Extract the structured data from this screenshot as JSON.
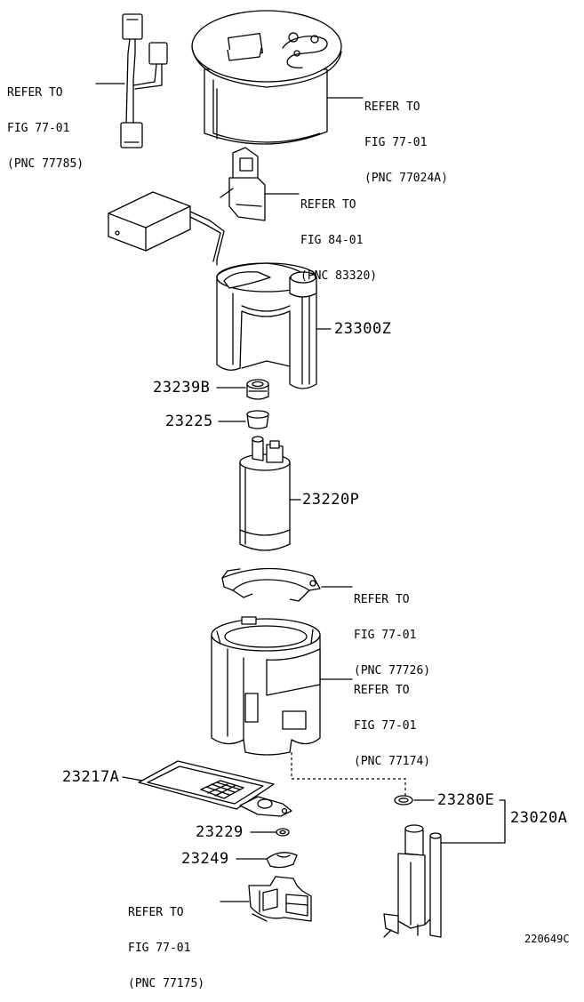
{
  "diagram": {
    "drawing_code": "220649C",
    "refer_notes": [
      {
        "id": "harness",
        "line1": "REFER TO",
        "line2": "FIG 77-01",
        "line3": "(PNC 77785)"
      },
      {
        "id": "plate",
        "line1": "REFER TO",
        "line2": "FIG 77-01",
        "line3": "(PNC 77024A)"
      },
      {
        "id": "gauge",
        "line1": "REFER TO",
        "line2": "FIG 84-01",
        "line3": "(PNC 83320)"
      },
      {
        "id": "retainer",
        "line1": "REFER TO",
        "line2": "FIG 77-01",
        "line3": "(PNC 77726)"
      },
      {
        "id": "case",
        "line1": "REFER TO",
        "line2": "FIG 77-01",
        "line3": "(PNC 77174)"
      },
      {
        "id": "bracket",
        "line1": "REFER TO",
        "line2": "FIG 77-01",
        "line3": "(PNC 77175)"
      }
    ],
    "part_numbers": [
      {
        "id": "p23300z",
        "label": "23300Z"
      },
      {
        "id": "p23239b",
        "label": "23239B"
      },
      {
        "id": "p23225",
        "label": "23225"
      },
      {
        "id": "p23220p",
        "label": "23220P"
      },
      {
        "id": "p23217a",
        "label": "23217A"
      },
      {
        "id": "p23229",
        "label": "23229"
      },
      {
        "id": "p23249",
        "label": "23249"
      },
      {
        "id": "p23280e",
        "label": "23280E"
      },
      {
        "id": "p23020a",
        "label": "23020A"
      }
    ]
  }
}
